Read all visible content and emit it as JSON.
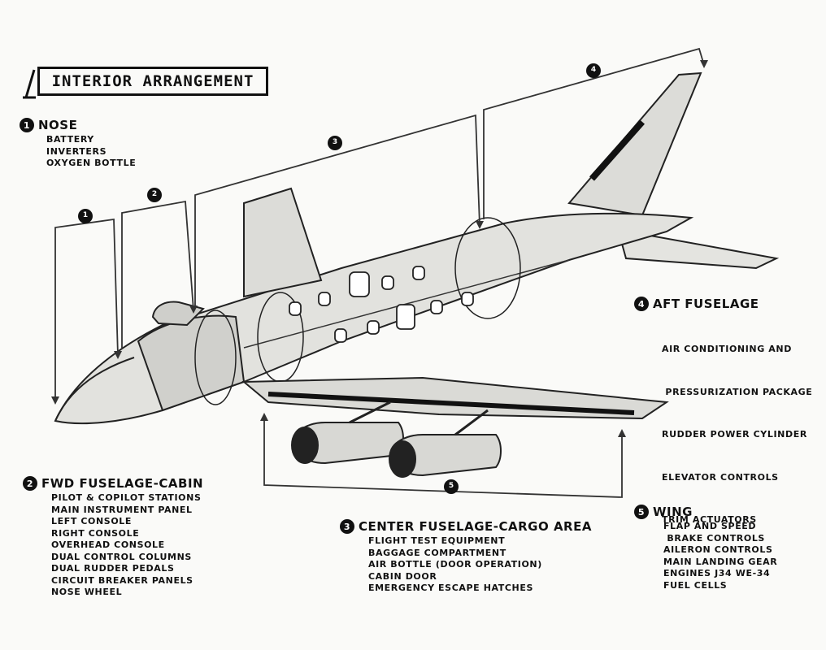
{
  "title": "INTERIOR ARRANGEMENT",
  "sections": [
    {
      "number": "1",
      "heading": "NOSE",
      "items": [
        "BATTERY",
        "INVERTERS",
        "OXYGEN BOTTLE"
      ]
    },
    {
      "number": "2",
      "heading": "FWD FUSELAGE-CABIN",
      "items": [
        "PILOT & COPILOT STATIONS",
        "MAIN INSTRUMENT PANEL",
        "LEFT CONSOLE",
        "RIGHT CONSOLE",
        "OVERHEAD CONSOLE",
        "DUAL CONTROL COLUMNS",
        "DUAL RUDDER PEDALS",
        "CIRCUIT BREAKER PANELS",
        "NOSE WHEEL"
      ]
    },
    {
      "number": "3",
      "heading": "CENTER FUSELAGE-CARGO AREA",
      "items": [
        "FLIGHT TEST EQUIPMENT",
        "BAGGAGE COMPARTMENT",
        "AIR BOTTLE (DOOR OPERATION)",
        "CABIN DOOR",
        "EMERGENCY ESCAPE HATCHES"
      ]
    },
    {
      "number": "4",
      "heading": "AFT FUSELAGE",
      "items": [
        "AIR CONDITIONING AND",
        " PRESSURIZATION PACKAGE",
        "RUDDER POWER CYLINDER",
        "ELEVATOR CONTROLS",
        "TRIM ACTUATORS"
      ]
    },
    {
      "number": "5",
      "heading": "WING",
      "items": [
        "FLAP AND SPEED",
        " BRAKE CONTROLS",
        "AILERON CONTROLS",
        "MAIN LANDING GEAR",
        "ENGINES J34 WE-34",
        "FUEL CELLS"
      ]
    }
  ],
  "callouts": [
    "1",
    "2",
    "3",
    "4",
    "5"
  ]
}
